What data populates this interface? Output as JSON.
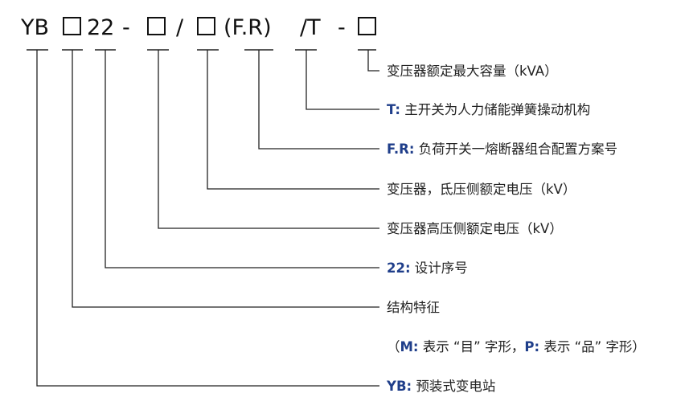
{
  "model_code": {
    "prefix": "YB",
    "design_no": "22",
    "dash1": "-",
    "slash1": "/",
    "fr": "(F.R)",
    "t_part": "/T",
    "dash2": "-"
  },
  "labels": {
    "capacity": "变压器额定最大容量（kVA）",
    "t_key": "T:",
    "t_text": " 主开关为人力储能弹簧操动机构",
    "fr_key": "F.R:",
    "fr_text": " 负荷开关一熔断器组合配置方案号",
    "lv_voltage": "变压器，氐压侧额定电压（kV）",
    "hv_voltage": "变压器高压侧额定电压（kV）",
    "design_key": "22:",
    "design_text": " 设计序号",
    "structure": "结构特征",
    "note_open": "（",
    "note_m_key": "M:",
    "note_m_text": " 表示 “目” 字形，",
    "note_p_key": "P:",
    "note_p_text": " 表示 “品” 字形）",
    "yb_key": "YB:",
    "yb_text": " 预装式变电站"
  }
}
